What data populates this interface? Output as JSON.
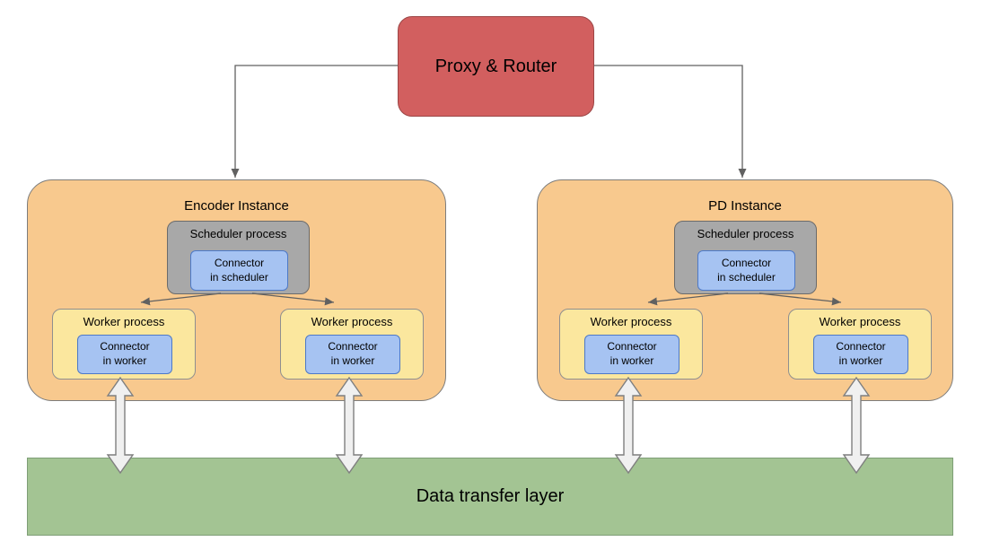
{
  "diagram": {
    "proxy": {
      "label": "Proxy & Router"
    },
    "instances": [
      {
        "title": "Encoder Instance",
        "scheduler": {
          "label": "Scheduler process",
          "connector": "Connector\nin scheduler"
        },
        "workers": [
          {
            "label": "Worker process",
            "connector": "Connector\nin worker"
          },
          {
            "label": "Worker process",
            "connector": "Connector\nin worker"
          }
        ]
      },
      {
        "title": "PD Instance",
        "scheduler": {
          "label": "Scheduler process",
          "connector": "Connector\nin scheduler"
        },
        "workers": [
          {
            "label": "Worker process",
            "connector": "Connector\nin worker"
          },
          {
            "label": "Worker process",
            "connector": "Connector\nin worker"
          }
        ]
      }
    ],
    "data_layer": {
      "label": "Data transfer layer"
    }
  },
  "colors": {
    "proxy_fill": "#d25f5f",
    "proxy_border": "#9c4646",
    "instance_fill": "#f8c98e",
    "instance_border": "#7d7d7d",
    "scheduler_fill": "#a8a8a8",
    "scheduler_border": "#6b6b6b",
    "worker_fill": "#fbe79e",
    "worker_border": "#8f8f8f",
    "connector_fill": "#a6c3f2",
    "connector_border": "#4d79c7",
    "layer_fill": "#a3c493",
    "layer_border": "#7e9e76",
    "line_color": "#616161",
    "double_arrow_fill": "#f0f0f0",
    "double_arrow_stroke": "#7f7f7f",
    "text_color": "#000000"
  }
}
